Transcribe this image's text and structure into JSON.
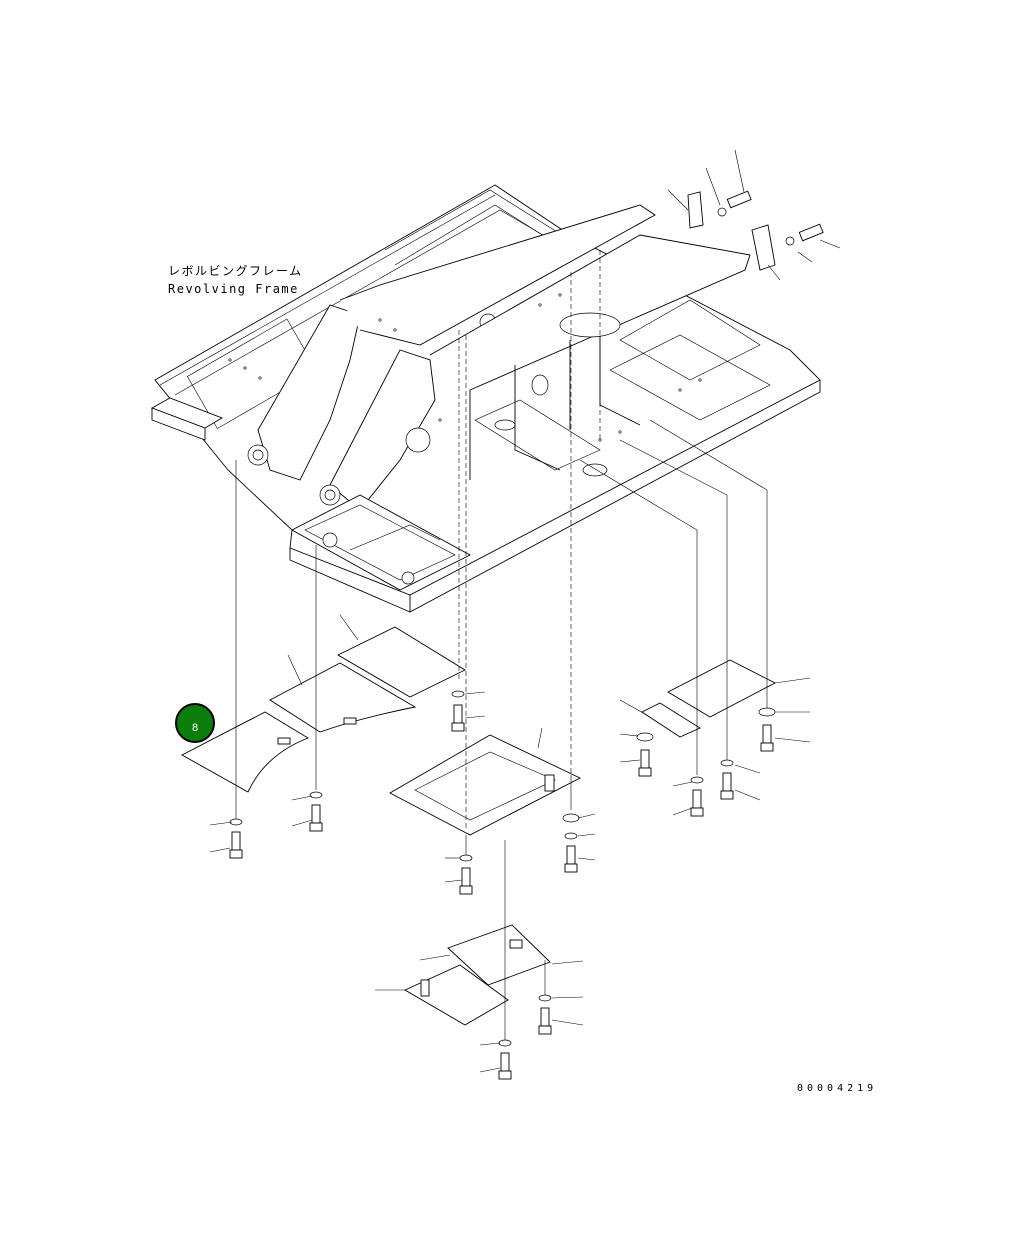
{
  "labels": {
    "frame_jp": "レボルビングフレーム",
    "frame_en": "Revolving Frame"
  },
  "callout": {
    "number": "8",
    "color": "#0b7d0b",
    "outline": "#000000"
  },
  "drawing_number": "00004219"
}
